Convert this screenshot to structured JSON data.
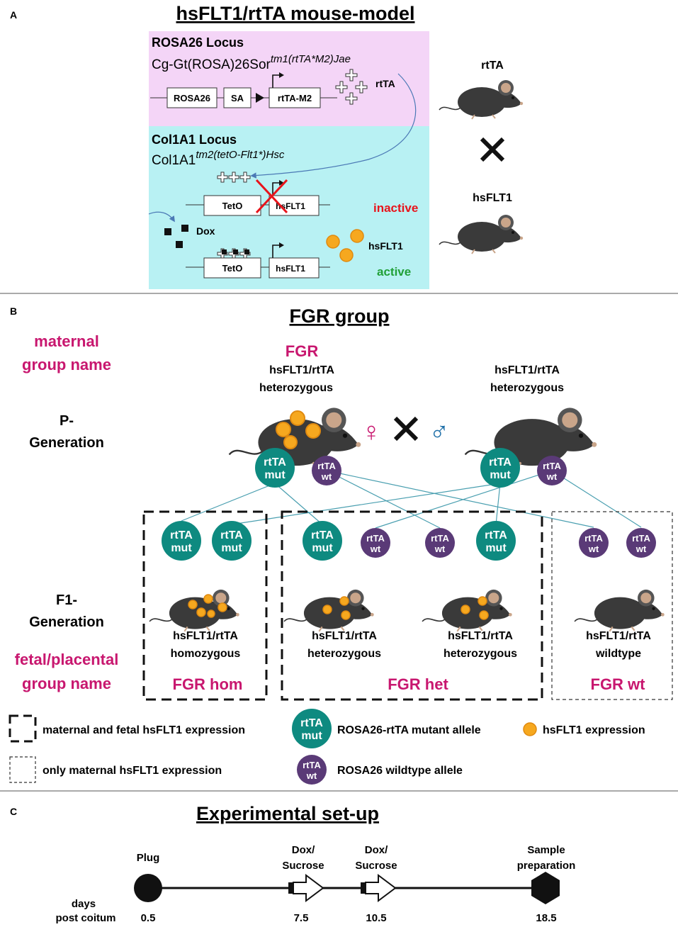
{
  "colors": {
    "pink_bg": "#f4d5f7",
    "cyan_bg": "#b8f1f3",
    "teal": "#0e8a80",
    "purple": "#5a3a77",
    "magenta": "#c8176f",
    "red": "#e8141b",
    "green": "#21a038",
    "yellow": "#f6a81f",
    "mouse": "#3a3a3a",
    "male_blue": "#1e6fa8"
  },
  "panel_a": {
    "letter": "A",
    "title": "hsFLT1/rtTA mouse-model",
    "rosa": {
      "heading": "ROSA26 Locus",
      "allele_base": "Cg-Gt(ROSA)26Sor",
      "allele_sup": "tm1(rtTA*M2)Jae",
      "boxes": [
        "ROSA26",
        "SA",
        "rtTA-M2"
      ],
      "rtta_label": "rtTA"
    },
    "col": {
      "heading": "Col1A1 Locus",
      "allele_base": "Col1A1",
      "allele_sup": "tm2(tetO-Flt1*)Hsc",
      "teto": "TetO",
      "hsflt1": "hsFLT1",
      "inactive": "inactive",
      "dox": "Dox",
      "hsflt1_protein": "hsFLT1",
      "active": "active"
    },
    "mouse_top": "rtTA",
    "mouse_bottom": "hsFLT1"
  },
  "panel_b": {
    "letter": "B",
    "title": "FGR group",
    "maternal_label_1": "maternal",
    "maternal_label_2": "group name",
    "p_gen_1": "P-",
    "p_gen_2": "Generation",
    "fgr": "FGR",
    "female_1": "hsFLT1/rtTA",
    "female_2": "heterozygous",
    "male_1": "hsFLT1/rtTA",
    "male_2": "heterozygous",
    "female_symbol": "♀",
    "male_symbol": "♂",
    "allele_top_1": "rtTA",
    "allele_mut": "mut",
    "allele_wt": "wt",
    "f1_1": "F1-",
    "f1_2": "Generation",
    "fetal_1": "fetal/placental",
    "fetal_2": "group name",
    "hom_1": "hsFLT1/rtTA",
    "hom_2": "homozygous",
    "het_a_1": "hsFLT1/rtTA",
    "het_a_2": "heterozygous",
    "het_b_1": "hsFLT1/rtTA",
    "het_b_2": "heterozygous",
    "wt_1": "hsFLT1/rtTA",
    "wt_2": "wildtype",
    "group_hom": "FGR hom",
    "group_het": "FGR het",
    "group_wt": "FGR wt",
    "legend": {
      "maternal_fetal": "maternal and fetal hsFLT1 expression",
      "maternal_only": "only maternal hsFLT1 expression",
      "mut_allele": "ROSA26-rtTA mutant allele",
      "wt_allele": "ROSA26 wildtype allele",
      "expression": "hsFLT1 expression"
    }
  },
  "panel_c": {
    "letter": "C",
    "title": "Experimental set-up",
    "days_1": "days",
    "days_2": "post coitum",
    "events": [
      {
        "label_1": "Plug",
        "label_2": "",
        "day": "0.5"
      },
      {
        "label_1": "Dox/",
        "label_2": "Sucrose",
        "day": "7.5"
      },
      {
        "label_1": "Dox/",
        "label_2": "Sucrose",
        "day": "10.5"
      },
      {
        "label_1": "Sample",
        "label_2": "preparation",
        "day": "18.5"
      }
    ]
  }
}
